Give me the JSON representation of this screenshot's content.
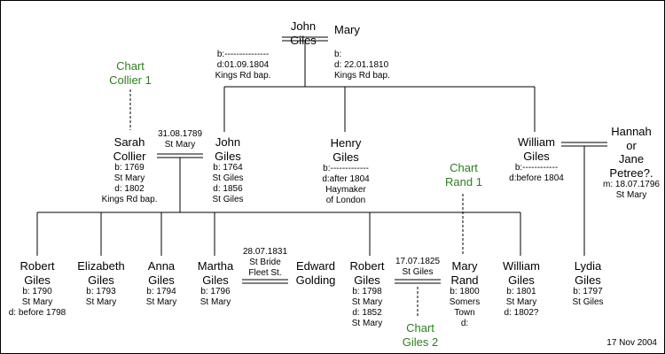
{
  "people": {
    "john_sr": {
      "name": [
        "John",
        "Giles"
      ],
      "info": [
        "b:---------------",
        "d:01.09.1804",
        "Kings Rd bap."
      ]
    },
    "mary": {
      "name": [
        "Mary"
      ],
      "info": [
        "b:",
        "d: 22.01.1810",
        "Kings Rd bap."
      ]
    },
    "sarah": {
      "name": [
        "Sarah",
        "Collier"
      ],
      "info": [
        "b: 1769",
        "St Mary",
        "d: 1802",
        "Kings Rd bap."
      ]
    },
    "john_jr": {
      "name": [
        "John",
        "Giles"
      ],
      "info": [
        "b: 1764",
        "St Giles",
        "d: 1856",
        "St Giles"
      ]
    },
    "henry": {
      "name": [
        "Henry",
        "Giles"
      ],
      "info": [
        "b:-------------",
        "d:after 1804",
        "Haymaker",
        "of London"
      ]
    },
    "william_sr": {
      "name": [
        "William",
        "Giles"
      ],
      "info": [
        "b:------------",
        "d:before 1804"
      ]
    },
    "hannah": {
      "name": [
        "Hannah",
        "or",
        "Jane",
        "Petree?."
      ],
      "info": [
        "m: 18.07.1796",
        "St Mary"
      ]
    },
    "robert1": {
      "name": [
        "Robert",
        "Giles"
      ],
      "info": [
        "b: 1790",
        "St Mary",
        "d: before 1798"
      ]
    },
    "elizabeth": {
      "name": [
        "Elizabeth",
        "Giles"
      ],
      "info": [
        "b: 1793",
        "St Mary"
      ]
    },
    "anna": {
      "name": [
        "Anna",
        "Giles"
      ],
      "info": [
        "b: 1794",
        "St Mary"
      ]
    },
    "martha": {
      "name": [
        "Martha",
        "Giles"
      ],
      "info": [
        "b: 1796",
        "St Mary"
      ]
    },
    "edward": {
      "name": [
        "Edward",
        "Golding"
      ],
      "info": []
    },
    "robert2": {
      "name": [
        "Robert",
        "Giles"
      ],
      "info": [
        "b: 1798",
        "St Mary",
        "d: 1852",
        "St Mary"
      ]
    },
    "mary_rand": {
      "name": [
        "Mary",
        "Rand"
      ],
      "info": [
        "b: 1800",
        "Somers",
        "Town",
        "d:"
      ]
    },
    "william_jr": {
      "name": [
        "William",
        "Giles"
      ],
      "info": [
        "b: 1801",
        "St Mary",
        "d: 1802?"
      ]
    },
    "lydia": {
      "name": [
        "Lydia",
        "Giles"
      ],
      "info": [
        "b: 1797",
        "St Giles"
      ]
    }
  },
  "marriages": {
    "sarah_john": [
      "31.08.1789",
      "St Mary"
    ],
    "martha_edward": [
      "28.07.1831",
      "St Bride",
      "Fleet St."
    ],
    "robert_mary": [
      "17.07.1825",
      "St Giles"
    ]
  },
  "chart_links": {
    "collier": [
      "Chart",
      "Collier 1"
    ],
    "rand": [
      "Chart",
      "Rand 1"
    ],
    "giles2": [
      "Chart",
      "Giles 2"
    ]
  },
  "footer": {
    "date": "17 Nov 2004"
  },
  "colors": {
    "link": "#2e7d1e",
    "line": "#000000"
  }
}
